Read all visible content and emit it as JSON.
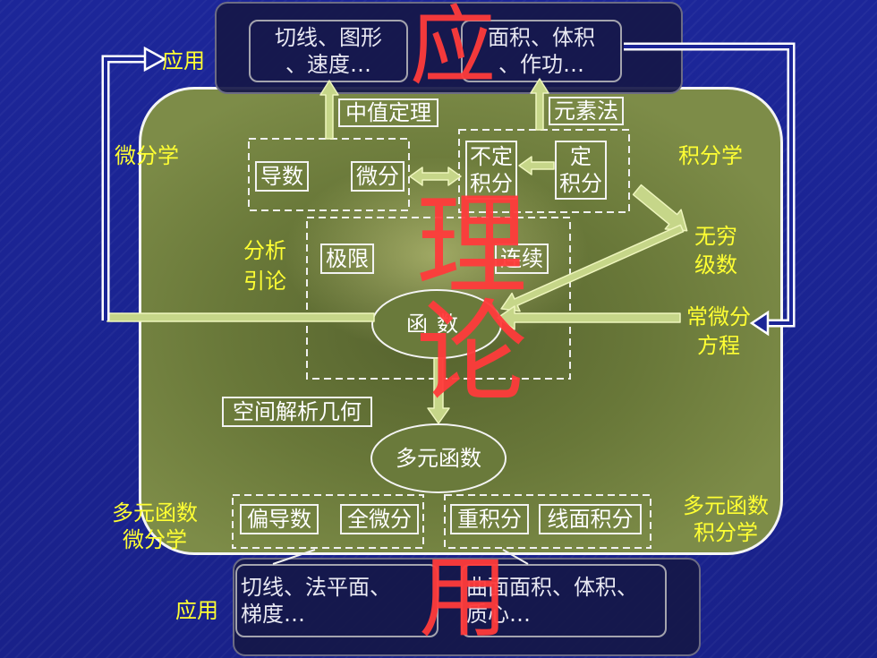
{
  "top_panel": {
    "big_char": "应",
    "left_box": [
      "切线、图形",
      "、速度…"
    ],
    "right_box": [
      "面积、体积",
      "、作功…"
    ]
  },
  "theory_chars": [
    "理",
    "论"
  ],
  "bottom_panel": {
    "big_char": "用",
    "left_box": [
      "切线、法平面、",
      "梯度…"
    ],
    "right_box": [
      "曲面面积、体积、",
      "质心…"
    ]
  },
  "labels": {
    "top_application": "应用",
    "bottom_application": "应用",
    "differential_calculus": "微分学",
    "integral_calculus": "积分学",
    "analysis_intro": [
      "分析",
      "引论"
    ],
    "infinite_series": [
      "无穷",
      "级数"
    ],
    "ode": [
      "常微分",
      "方程"
    ],
    "multivar_differential": [
      "多元函数",
      "微分学"
    ],
    "multivar_integral": [
      "多元函数",
      "积分学"
    ]
  },
  "boxes": {
    "mean_value_theorem": "中值定理",
    "element_method": "元素法",
    "derivative": "导数",
    "differential": "微分",
    "indefinite_integral": [
      "不定",
      "积分"
    ],
    "definite_integral": [
      "定",
      "积分"
    ],
    "limit": "极限",
    "continuity": "连续",
    "analytic_geometry": "空间解析几何",
    "partial_derivative": "偏导数",
    "total_differential": "全微分",
    "multiple_integral": "重积分",
    "line_surface_integral": "线面积分"
  },
  "ellipses": {
    "function": "函数",
    "multivariate_function": "多元函数"
  },
  "colors": {
    "background": "#1b2596",
    "panel": "#6e7d3d",
    "label_yellow": "#ffff33",
    "accent_red": "#ff3b3b",
    "arrow_fill": "#c6d689"
  }
}
